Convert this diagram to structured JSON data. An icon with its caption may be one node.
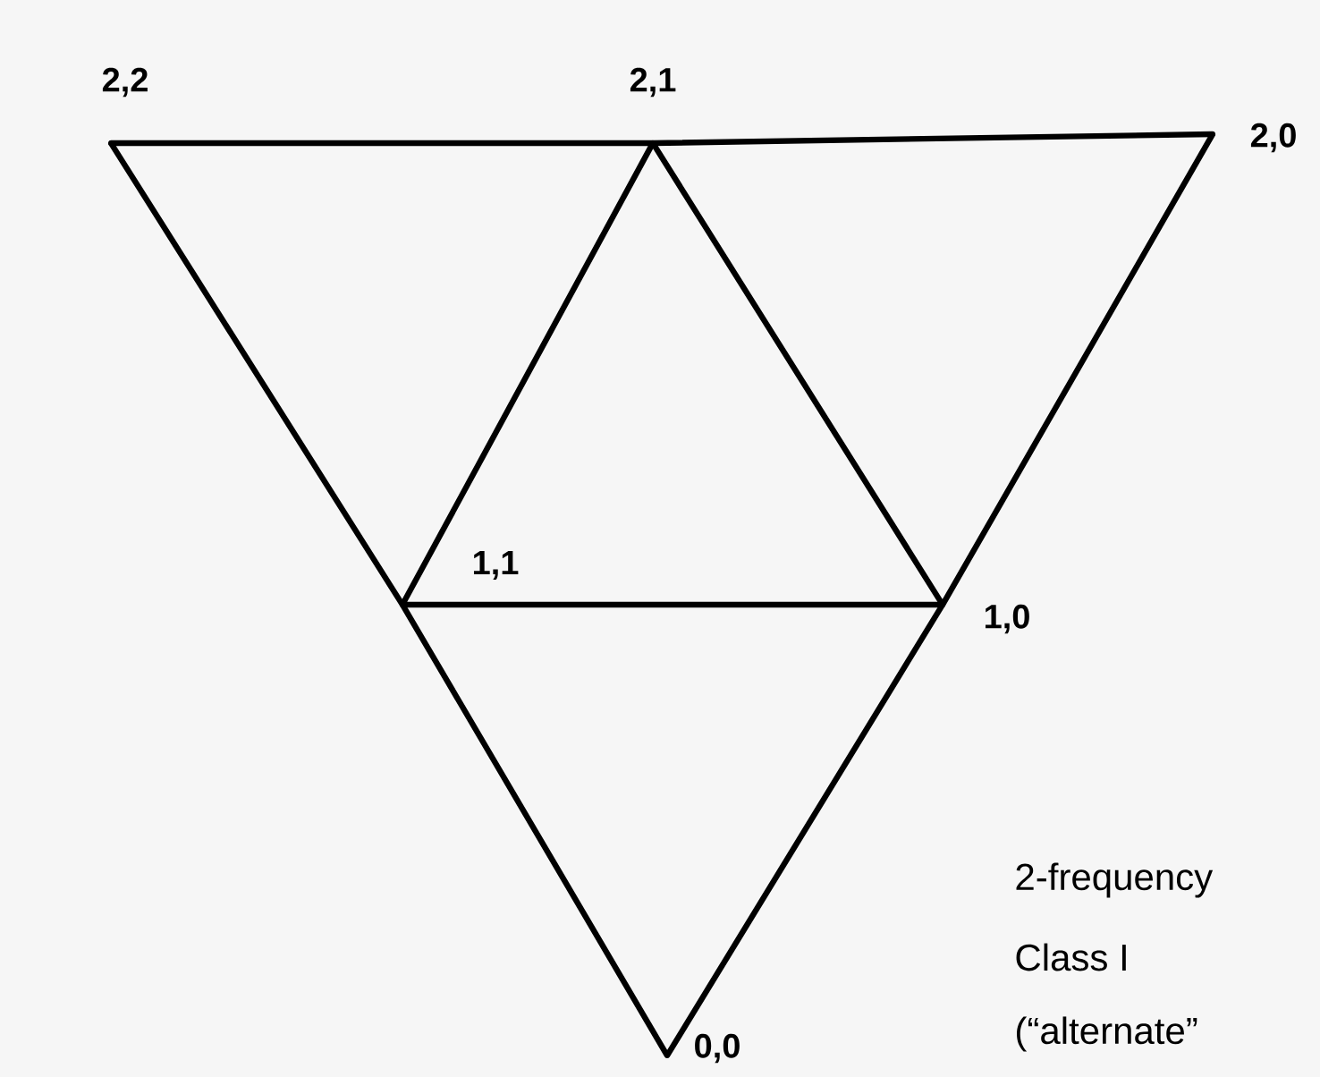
{
  "diagram": {
    "nodes": [
      {
        "text": [
          "2,2"
        ]
      },
      {
        "text": [
          "2,1"
        ]
      },
      {
        "text": [
          "2,0"
        ]
      },
      {
        "text": [
          "1,1"
        ]
      },
      {
        "text": [
          "1,0"
        ]
      },
      {
        "text": [
          "0,0"
        ]
      }
    ],
    "edges": [
      {
        "from": 0,
        "to": 1,
        "arrow": "none"
      },
      {
        "from": 1,
        "to": 2,
        "arrow": "none"
      },
      {
        "from": 0,
        "to": 3,
        "arrow": "none"
      },
      {
        "from": 3,
        "to": 5,
        "arrow": "none"
      },
      {
        "from": 1,
        "to": 3,
        "arrow": "none"
      },
      {
        "from": 1,
        "to": 4,
        "arrow": "none"
      },
      {
        "from": 3,
        "to": 4,
        "arrow": "none"
      },
      {
        "from": 2,
        "to": 4,
        "arrow": "none"
      },
      {
        "from": 4,
        "to": 5,
        "arrow": "none"
      }
    ],
    "labels": [
      "2-frequency",
      "Class I",
      "(“alternate”"
    ]
  }
}
